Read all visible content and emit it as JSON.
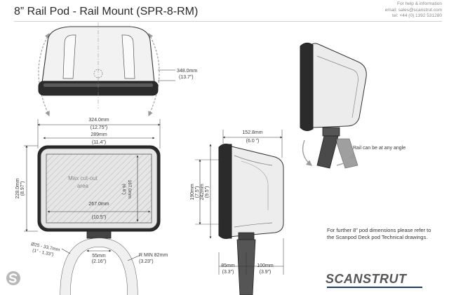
{
  "header": {
    "title": "8” Rail Pod - Rail Mount   (SPR-8-RM)",
    "contact": [
      "For help & information",
      "email: sales@scanstrut.com",
      "tel: +44 (0) 1392 531280"
    ]
  },
  "dimensions": {
    "d348": "348.0mm",
    "d348_in": "(13.7”)",
    "d324": "324.0mm",
    "d324_in": "(12.75”)",
    "d289": "289mm",
    "d289_in": "(11.4”)",
    "d228": "228.0mm",
    "d228_in": "(8.97”)",
    "d167": "167.0mm",
    "d167_in": "(6.6”)",
    "d267": "267.0mm",
    "d267_in": "(10.5”)",
    "d190": "190mm",
    "d190_in": "(7.5”)",
    "d242": "242mm",
    "d242_in": "(9.5”)",
    "d152": "152.8mm",
    "d152_in": "(6.0 ”)",
    "d55": "55mm",
    "d55_in": "(2.16”)",
    "rmin": "R MIN 82mm",
    "rmin_in": "(3.23”)",
    "dia": "Ø25 - 33.7mm",
    "dia_in": "(1” - 1.33”)",
    "d85": "85mm",
    "d85_in": "(3.3”)",
    "d100": "100mm",
    "d100_in": "(3.9”)"
  },
  "labels": {
    "cutout_line1": "Max cut-out",
    "cutout_line2": "area",
    "rail_angle": "Rail can be at any angle"
  },
  "note": "For further 8” pod dimensions please refer to the Scanpod Deck pod Technical drawings.",
  "brand": {
    "name": "SCANSTRUT",
    "accent": "#1f3a66"
  },
  "icons": [
    "scanstrut-s-logo-icon",
    "rotation-arrow-icon"
  ],
  "colors": {
    "line": "#333333",
    "pod_fill": "#e9e9e9",
    "pod_dark": "#2b2b2b",
    "hatch": "#9a9a9a",
    "dim_text": "#3a3a3a"
  }
}
